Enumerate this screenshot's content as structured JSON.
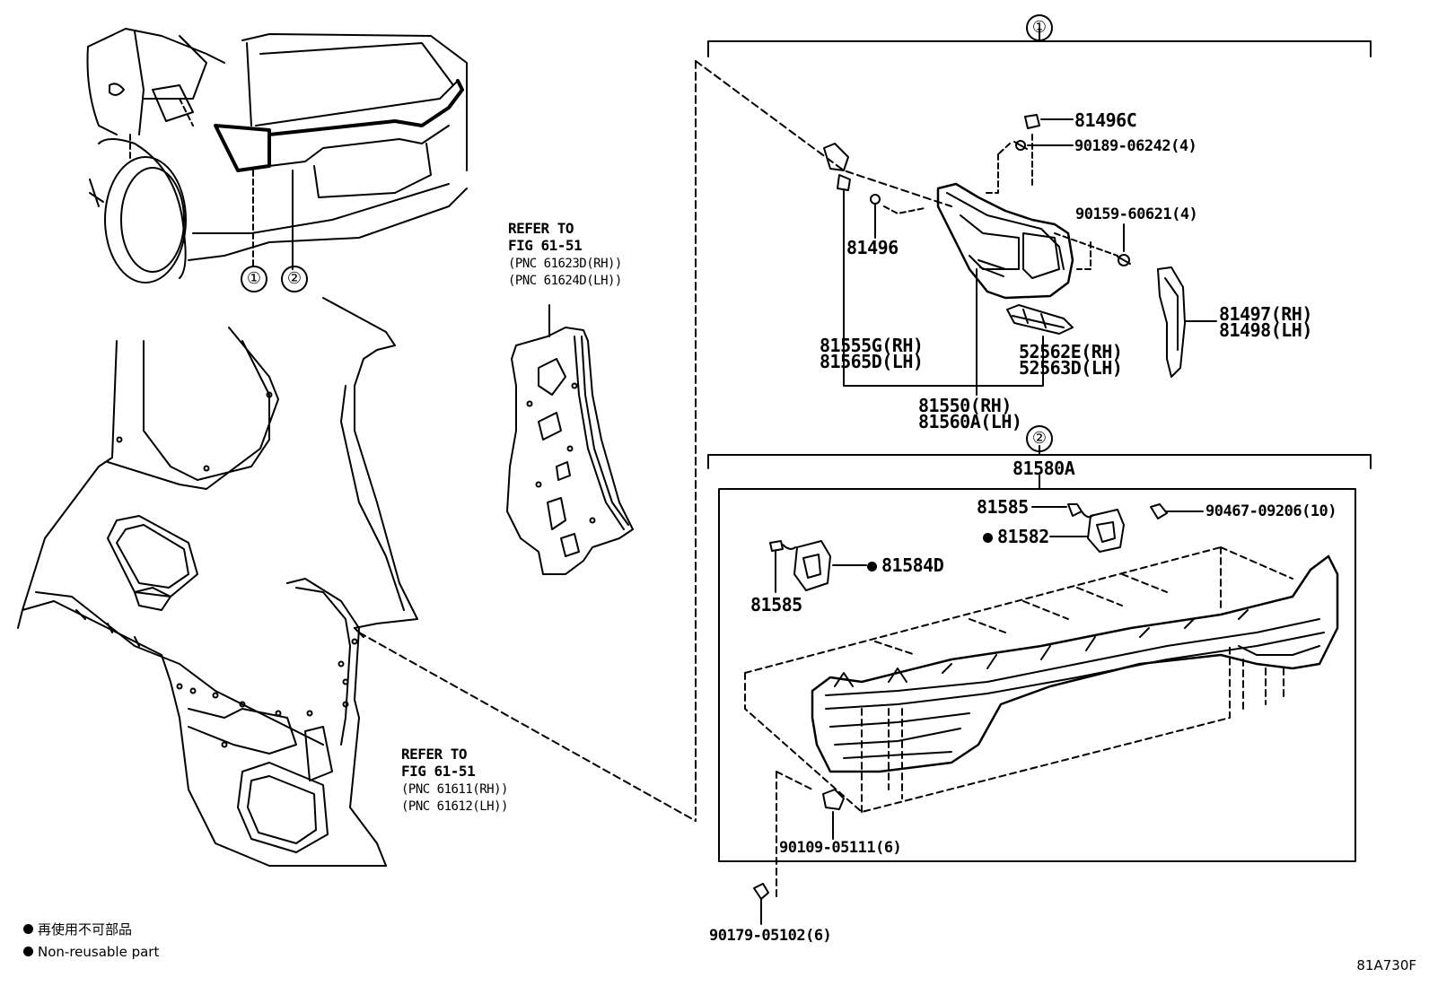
{
  "callouts": {
    "c1": "①",
    "c2": "②",
    "car_c1": "①",
    "car_c2": "②"
  },
  "refs": {
    "upper": {
      "line1": "REFER TO",
      "line2": "FIG 61-51",
      "line3": "(PNC 61623D(RH))",
      "line4": "(PNC 61624D(LH))"
    },
    "lower": {
      "line1": "REFER TO",
      "line2": "FIG 61-51",
      "line3": "(PNC 61611(RH))",
      "line4": "(PNC 61612(LH))"
    }
  },
  "parts_group1": {
    "p81496C": "81496C",
    "p90189": "90189-06242(4)",
    "p90159": "90159-60621(4)",
    "p81496": "81496",
    "p81497": "81497(RH)",
    "p81498": "81498(LH)",
    "p81555G": "81555G(RH)",
    "p81565D": "81565D(LH)",
    "p52562E": "52562E(RH)",
    "p52563D": "52563D(LH)",
    "p81550": "81550(RH)",
    "p81560A": "81560A(LH)"
  },
  "parts_group2": {
    "p81580A": "81580A",
    "p81585a": "81585",
    "p81582": "81582",
    "p90467": "90467-09206(10)",
    "p81584D": "81584D",
    "p81585b": "81585",
    "p90109": "90109-05111(6)",
    "p90179": "90179-05102(6)"
  },
  "legend": {
    "jp": "再使用不可部品",
    "en": "Non-reusable part"
  },
  "figure_code": "81A730F",
  "colors": {
    "line": "#000000",
    "background": "#ffffff"
  }
}
